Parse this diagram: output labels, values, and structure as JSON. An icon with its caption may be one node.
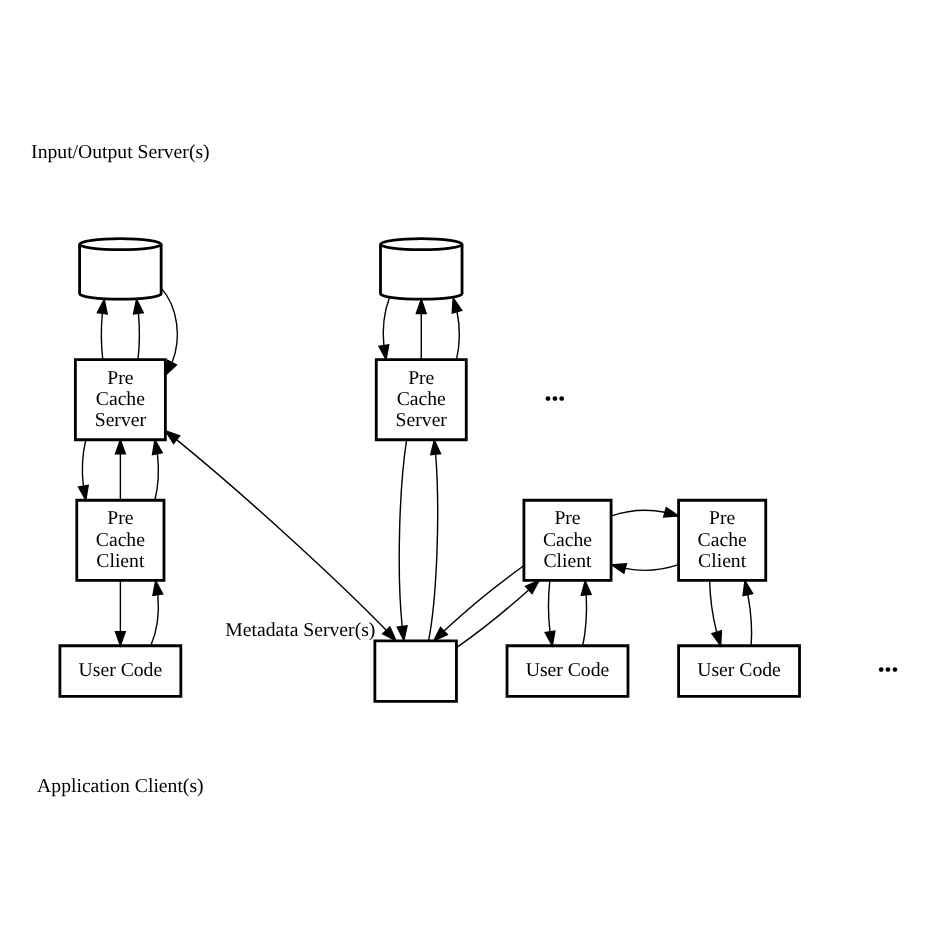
{
  "diagram": {
    "nodes": [
      {
        "text": [],
        "shape": "cylinder"
      },
      {
        "text": [],
        "shape": "cylinder"
      },
      {
        "text": [
          "Pre",
          "Cache",
          "Server"
        ]
      },
      {
        "text": [
          "Pre",
          "Cache",
          "Server"
        ]
      },
      {
        "text": [],
        "shape": "box",
        "beside": [
          "Metadata Server(s)"
        ]
      },
      {
        "text": [
          "Pre",
          "Cache",
          "Client"
        ]
      },
      {
        "text": [
          "User Code"
        ]
      },
      {
        "text": [
          "Pre",
          "Cache",
          "Client"
        ]
      },
      {
        "text": [
          "User Code"
        ]
      },
      {
        "text": [
          "Pre",
          "Cache",
          "Client"
        ]
      },
      {
        "text": [
          "User Code"
        ]
      }
    ],
    "edges": [
      {
        "from": 2,
        "to": 0,
        "arrow": "to"
      },
      {
        "from": 2,
        "to": 0,
        "arrow": "to"
      },
      {
        "from": 0,
        "to": 2,
        "arrow": "to"
      },
      {
        "from": 3,
        "to": 1,
        "arrow": "to"
      },
      {
        "from": 3,
        "to": 1,
        "arrow": "to"
      },
      {
        "from": 1,
        "to": 3,
        "arrow": "to"
      },
      {
        "from": 2,
        "to": 4,
        "arrow": "both"
      },
      {
        "from": 4,
        "to": 3,
        "arrow": "to"
      },
      {
        "from": 3,
        "to": 4,
        "arrow": "to"
      },
      {
        "from": 4,
        "to": 9,
        "arrow": "to"
      },
      {
        "from": 9,
        "to": 4,
        "arrow": "to"
      },
      {
        "from": 5,
        "to": 2,
        "arrow": "to"
      },
      {
        "from": 5,
        "to": 2,
        "arrow": "to"
      },
      {
        "from": 2,
        "to": 5,
        "arrow": "to"
      },
      {
        "from": 7,
        "to": 9,
        "arrow": "to"
      },
      {
        "from": 9,
        "to": 7,
        "arrow": "to"
      },
      {
        "from": 5,
        "to": 6,
        "arrow": "to"
      },
      {
        "from": 6,
        "to": 5,
        "arrow": "to"
      },
      {
        "from": 7,
        "to": 8,
        "arrow": "to"
      },
      {
        "from": 8,
        "to": 7,
        "arrow": "to"
      },
      {
        "from": 9,
        "to": 10,
        "arrow": "to"
      },
      {
        "from": 10,
        "to": 9,
        "arrow": "to"
      }
    ],
    "labels": [
      "Input/Output Server(s)",
      "•••",
      "•••",
      "Application Client(s)"
    ]
  }
}
